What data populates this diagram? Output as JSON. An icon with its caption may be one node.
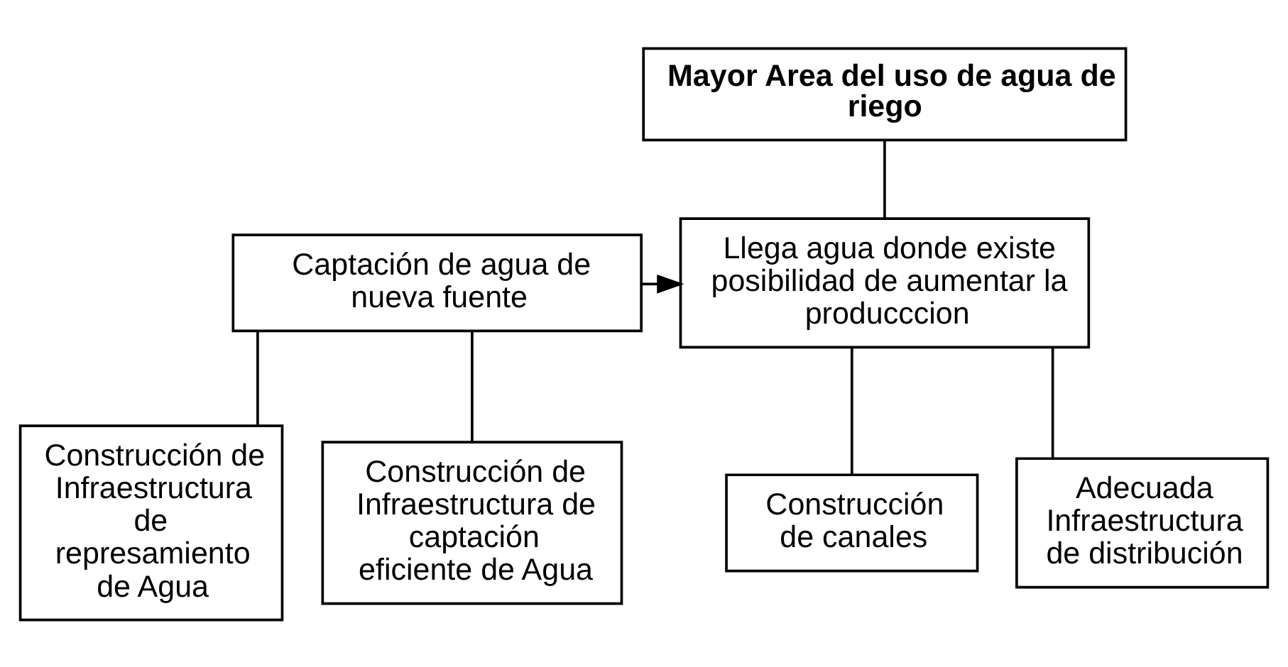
{
  "diagram": {
    "nodes": [
      {
        "text": [
          "Mayor Area del uso de agua de riego"
        ]
      },
      {
        "text": [
          "Captación de agua de nueva fuente"
        ]
      },
      {
        "text": [
          "Llega agua donde existe posibilidad de aumentar la producccion"
        ]
      },
      {
        "text": [
          "Construcción de Infraestructura de represamiento de Agua"
        ]
      },
      {
        "text": [
          "Construcción de Infraestructura de captación eficiente de Agua"
        ]
      },
      {
        "text": [
          "Construcción de canales"
        ]
      },
      {
        "text": [
          "Adecuada Infraestructura de distribución"
        ]
      }
    ],
    "edges": [
      {
        "from": 0,
        "to": 2,
        "arrow": "none"
      },
      {
        "from": 1,
        "to": 2,
        "arrow": "to"
      },
      {
        "from": 1,
        "to": 3,
        "arrow": "none"
      },
      {
        "from": 1,
        "to": 4,
        "arrow": "none"
      },
      {
        "from": 2,
        "to": 5,
        "arrow": "none"
      },
      {
        "from": 2,
        "to": 6,
        "arrow": "none"
      }
    ]
  }
}
